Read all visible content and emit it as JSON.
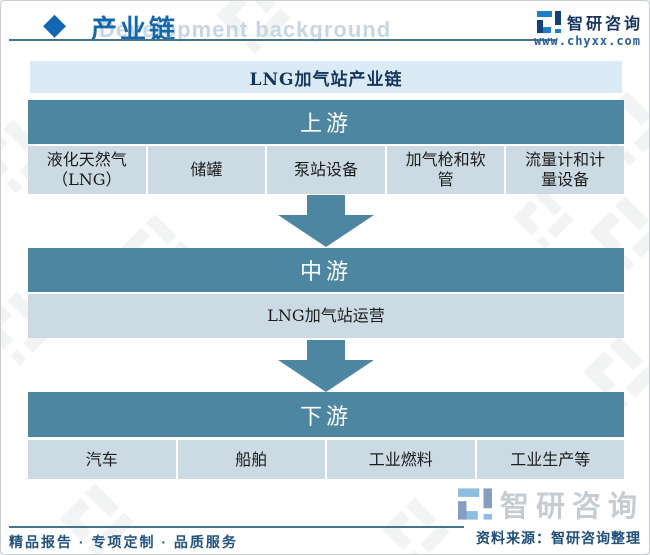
{
  "header": {
    "title": "产业链",
    "watermark": "Development background",
    "brand_name": "智研咨询",
    "website": "www.chyxx.com"
  },
  "diagram": {
    "title": "LNG加气站产业链",
    "sections": [
      {
        "label": "上游",
        "items": [
          "液化天然气（LNG）",
          "储罐",
          "泵站设备",
          "加气枪和软管",
          "流量计和计量设备"
        ]
      },
      {
        "label": "中游",
        "items": [
          "LNG加气站运营"
        ]
      },
      {
        "label": "下游",
        "items": [
          "汽车",
          "船舶",
          "工业燃料",
          "工业生产等"
        ]
      }
    ]
  },
  "footer": {
    "brand": "智研咨询",
    "tagline": "精品报告 · 专项定制 · 品质服务",
    "source": "资料来源：智研咨询整理"
  },
  "colors": {
    "accent_teal": "#4d86a1",
    "cell_bg": "#ccdae3",
    "title_box_bg": "#dbebf5",
    "navy": "#17365d",
    "link_blue": "#2a6099"
  }
}
